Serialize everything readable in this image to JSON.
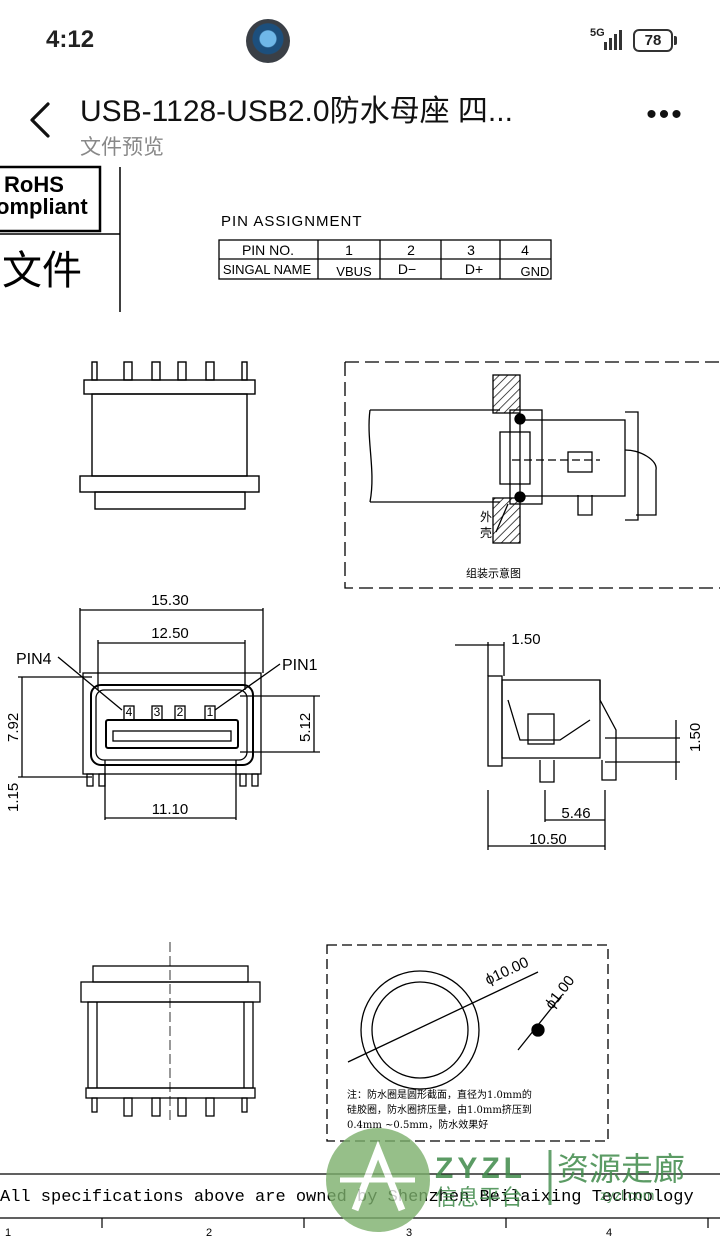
{
  "status": {
    "time": "4:12",
    "network": "5G",
    "battery": "78"
  },
  "header": {
    "title": "USB-1128-USB2.0防水母座 四...",
    "subtitle": "文件预览",
    "more_label": "•••"
  },
  "document": {
    "rohs_line1": "RoHS",
    "rohs_line2": "ompliant",
    "doc_title_fragment": "文件",
    "pin_assignment_title": "PIN ASSIGNMENT",
    "pin_table": {
      "header": [
        "PIN NO.",
        "1",
        "2",
        "3",
        "4"
      ],
      "row": [
        "SINGAL NAME",
        "VBUS",
        "D−",
        "D+",
        "GND"
      ]
    },
    "shell_label_1": "外",
    "shell_label_2": "壳",
    "assembly_caption": "组装示意图",
    "dim_15_30": "15.30",
    "dim_12_50": "12.50",
    "pin4": "PIN4",
    "pin1": "PIN1",
    "pin_nums": [
      "4",
      "3",
      "2",
      "1"
    ],
    "dim_7_92": "7.92",
    "dim_5_12": "5.12",
    "dim_1_15": "1.15",
    "dim_11_10": "11.10",
    "dim_1_50_top": "1.50",
    "dim_1_50_side": "1.50",
    "dim_5_46": "5.46",
    "dim_10_50": "10.50",
    "dim_phi10": "ϕ10.00",
    "dim_phi1": "ϕ1.00",
    "note_line1": "注：防水圈是圆形截面，直径为1.0mm的",
    "note_line2": "硅胶圈，防水圈挤压量，由1.0mm挤压到",
    "note_line3": "0.4mm ~0.5mm，防水效果好",
    "footer_spec": "All specifications above are owned by Shenzhen Beilaixing Technology",
    "ruler_numbers": [
      "1",
      "2",
      "3",
      "4"
    ],
    "watermark_main": "ZYZL",
    "watermark_cn1": "资源走廊",
    "watermark_cn2": "信息平台",
    "watermark_url": "zyzl.com"
  }
}
